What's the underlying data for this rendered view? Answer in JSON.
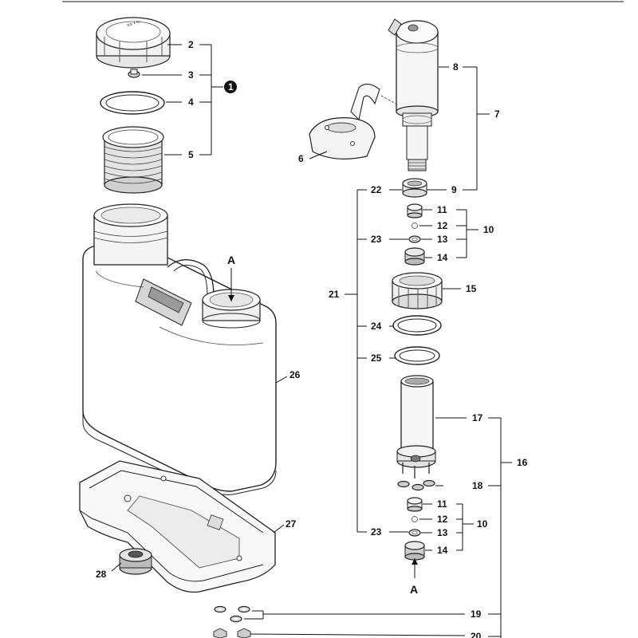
{
  "callouts": {
    "c1": "1",
    "c2": "2",
    "c3": "3",
    "c4": "4",
    "c5": "5",
    "c6": "6",
    "c7": "7",
    "c8": "8",
    "c9": "9",
    "c10": "10",
    "c11": "11",
    "c12": "12",
    "c13": "13",
    "c14": "14",
    "c15": "15",
    "c16": "16",
    "c17": "17",
    "c18": "18",
    "c19": "19",
    "c20": "20",
    "c21": "21",
    "c22": "22",
    "c23": "23",
    "c24": "24",
    "c25": "25",
    "c26": "26",
    "c27": "27",
    "c28": "28",
    "markerA": "A"
  },
  "colors": {
    "line": "#111111",
    "part_fill": "#ffffff",
    "shade": "#d8d8d8",
    "dark": "#888888"
  }
}
